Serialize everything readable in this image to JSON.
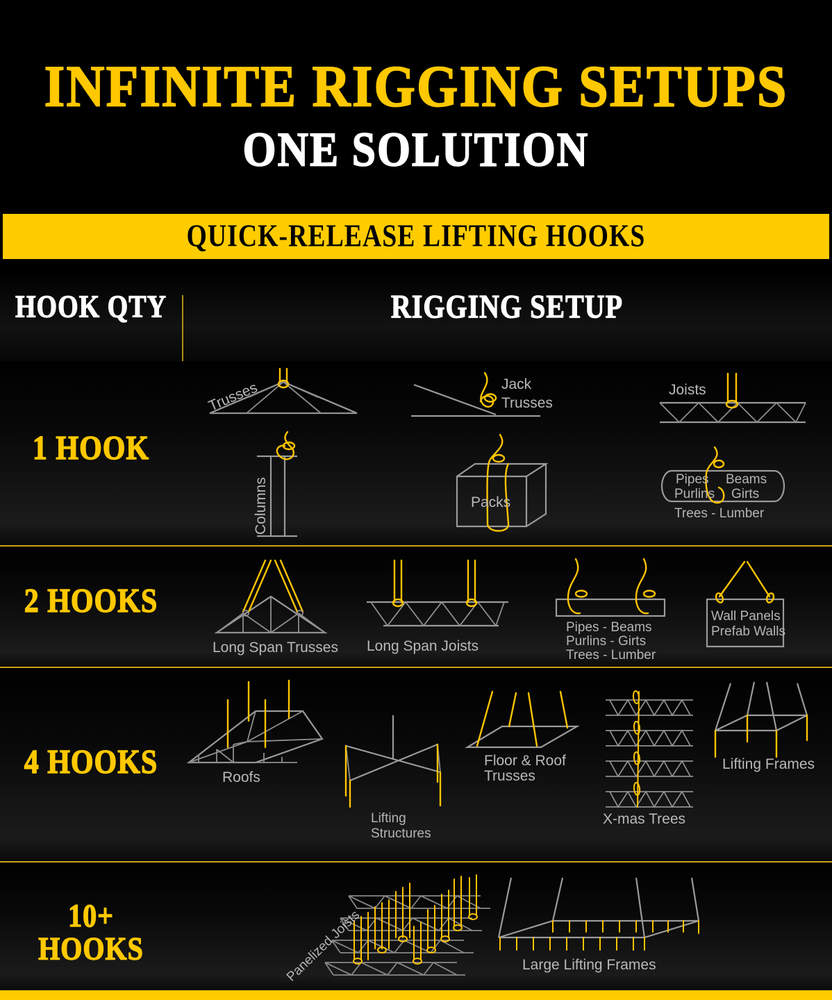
{
  "hero": {
    "line1": "INFINITE RIGGING SETUPS",
    "line2": "ONE SOLUTION"
  },
  "band": {
    "text": "QUICK-RELEASE LIFTING HOOKS"
  },
  "table": {
    "headers": {
      "qty": "HOOK QTY",
      "setup": "RIGGING SETUP"
    },
    "rows": [
      {
        "qty_label": "1 HOOK",
        "items": [
          {
            "name": "trusses",
            "label": "Trusses"
          },
          {
            "name": "jack-trusses",
            "label_line1": "Jack",
            "label_line2": "Trusses"
          },
          {
            "name": "joists",
            "label": "Joists"
          },
          {
            "name": "columns",
            "label": "Columns"
          },
          {
            "name": "packs",
            "label": "Packs"
          },
          {
            "name": "pipes-beams",
            "label_line1a": "Pipes",
            "label_line1b": "Beams",
            "label_line2a": "Purlins",
            "label_line2b": "Girts",
            "label_line3": "Trees - Lumber"
          }
        ]
      },
      {
        "qty_label": "2 HOOKS",
        "items": [
          {
            "name": "long-span-trusses",
            "label": "Long Span Trusses"
          },
          {
            "name": "long-span-joists",
            "label": "Long Span Joists"
          },
          {
            "name": "pipes-beams-2",
            "label_line1": "Pipes - Beams",
            "label_line2": "Purlins - Girts",
            "label_line3": "Trees - Lumber"
          },
          {
            "name": "wall-panels",
            "label_line1": "Wall Panels",
            "label_line2": "Prefab Walls"
          }
        ]
      },
      {
        "qty_label": "4 HOOKS",
        "items": [
          {
            "name": "roofs",
            "label": "Roofs"
          },
          {
            "name": "lifting-structures",
            "label_line1": "Lifting",
            "label_line2": "Structures"
          },
          {
            "name": "floor-roof-trusses",
            "label_line1": "Floor & Roof",
            "label_line2": "Trusses"
          },
          {
            "name": "xmas-trees",
            "label": "X-mas Trees"
          },
          {
            "name": "lifting-frames",
            "label": "Lifting Frames"
          }
        ]
      },
      {
        "qty_label_line1": "10+",
        "qty_label_line2": "HOOKS",
        "items": [
          {
            "name": "panelized-joists",
            "label": "Panelized Joists"
          },
          {
            "name": "large-lifting-frames",
            "label": "Large Lifting Frames"
          }
        ]
      }
    ]
  },
  "colors": {
    "accent_yellow": "#FFCC00",
    "hook_yellow": "#FFC400",
    "line_gray": "#9a9a9a",
    "background": "#000000",
    "heading_white": "#FFFFFF"
  }
}
